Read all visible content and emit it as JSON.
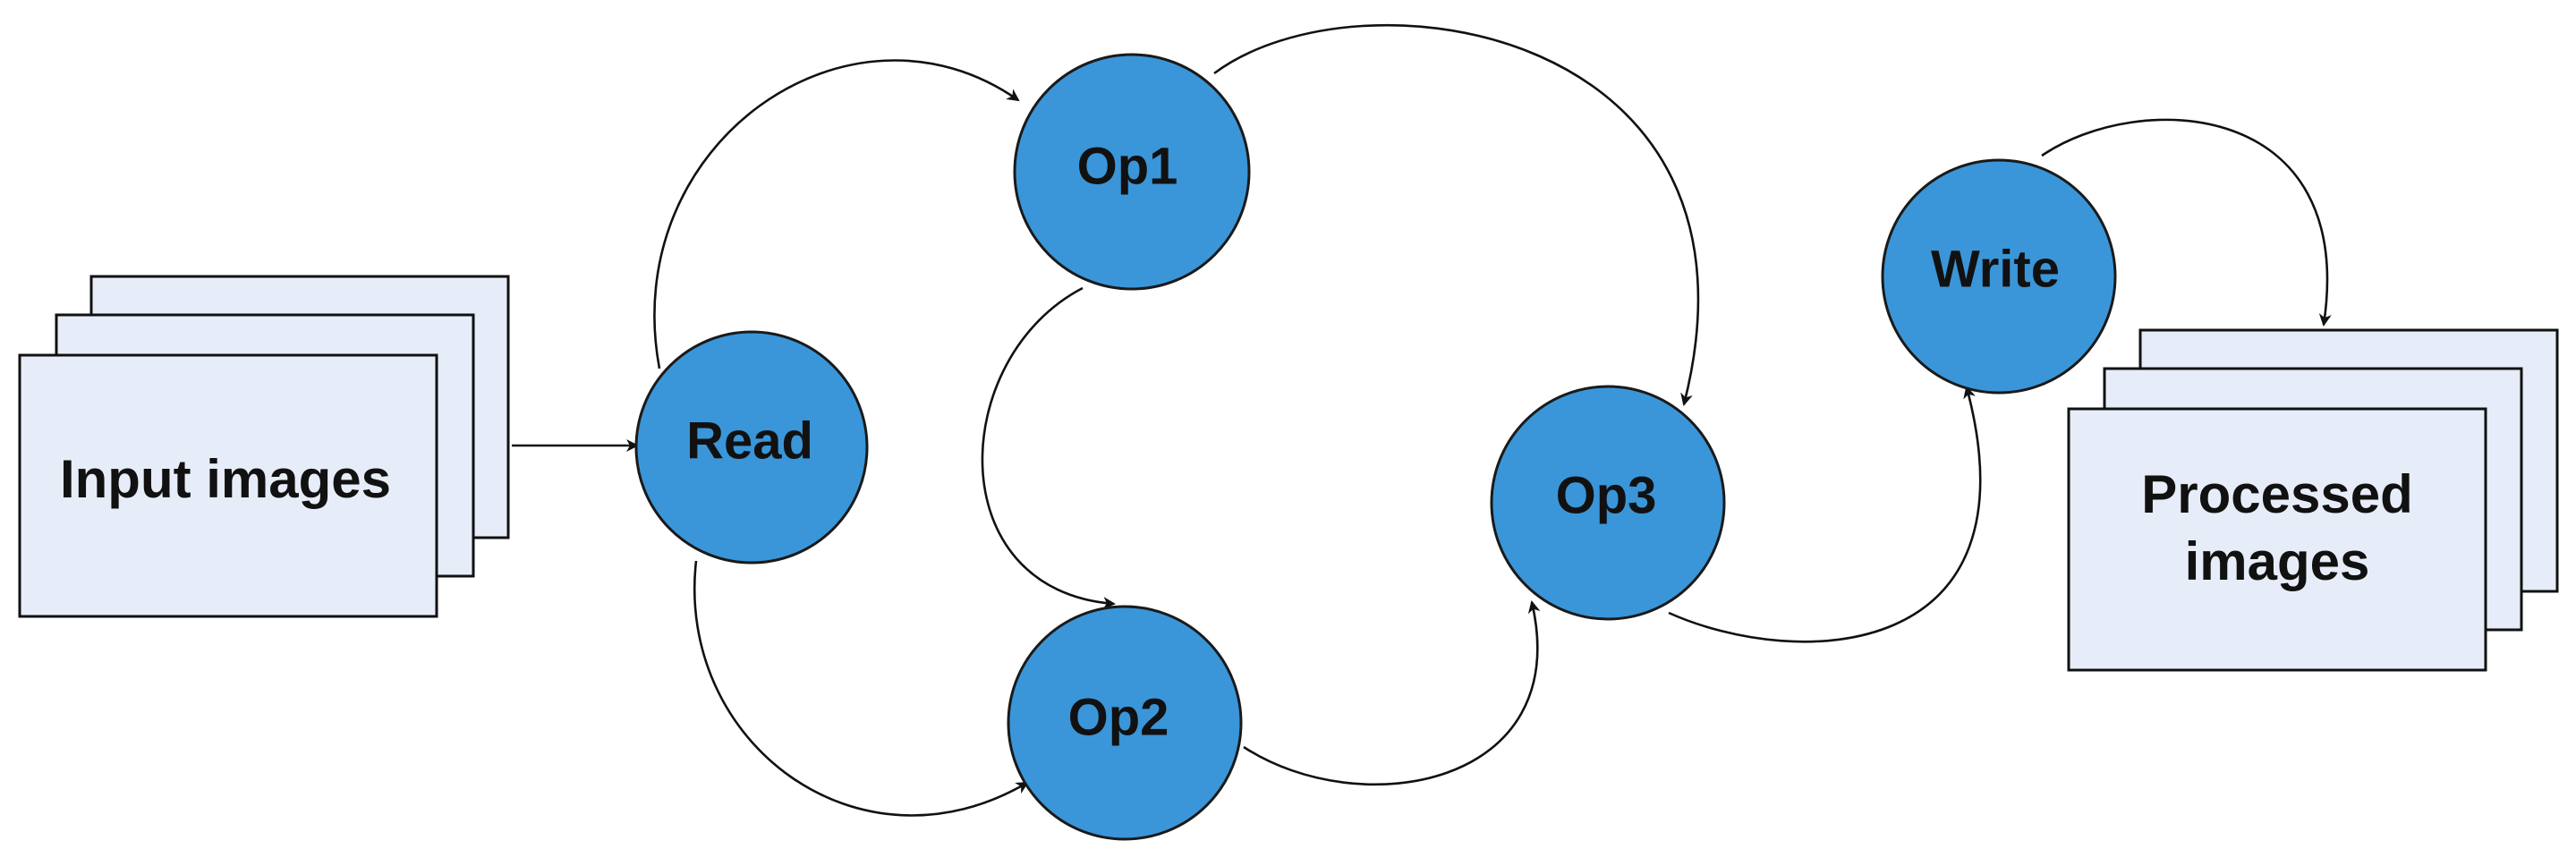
{
  "nodes": {
    "read": "Read",
    "op1": "Op1",
    "op2": "Op2",
    "op3": "Op3",
    "write": "Write"
  },
  "stacks": {
    "input": "Input images",
    "output_line1": "Processed",
    "output_line2": "images"
  },
  "colors": {
    "node_fill": "#3a96d8",
    "sheet_fill": "#e7edf8",
    "stroke": "#111111"
  }
}
